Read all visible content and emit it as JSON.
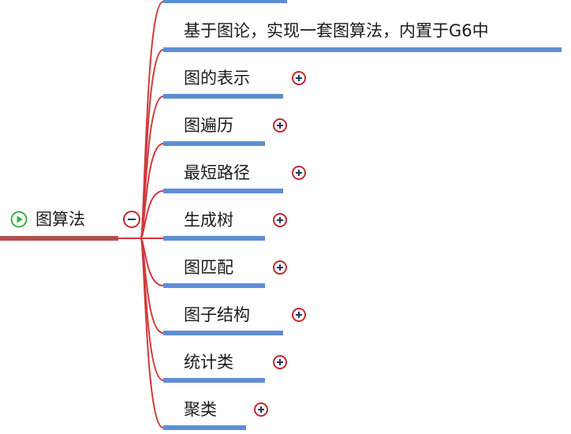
{
  "mindmap": {
    "root": {
      "label": "图算法",
      "play_icon": "play-circle-icon",
      "collapse_icon": "minus-circle-icon"
    },
    "branches": [
      {
        "id": "description",
        "label": "基于图论，实现一套图算法，内置于G6中",
        "expandable": false
      },
      {
        "id": "graph-representation",
        "label": "图的表示",
        "expandable": true
      },
      {
        "id": "graph-traversal",
        "label": "图遍历",
        "expandable": true
      },
      {
        "id": "shortest-path",
        "label": "最短路径",
        "expandable": true
      },
      {
        "id": "spanning-tree",
        "label": "生成树",
        "expandable": true
      },
      {
        "id": "graph-matching",
        "label": "图匹配",
        "expandable": true
      },
      {
        "id": "subgraph-structure",
        "label": "图子结构",
        "expandable": true
      },
      {
        "id": "statistics",
        "label": "统计类",
        "expandable": true
      },
      {
        "id": "clustering",
        "label": "聚类",
        "expandable": true
      }
    ]
  },
  "colors": {
    "connector": "#d0393b",
    "branch_underline": "#5f8dd3",
    "root_underline": "#b0504a",
    "button_border": "#c0282d",
    "play_icon": "#3cb043"
  }
}
